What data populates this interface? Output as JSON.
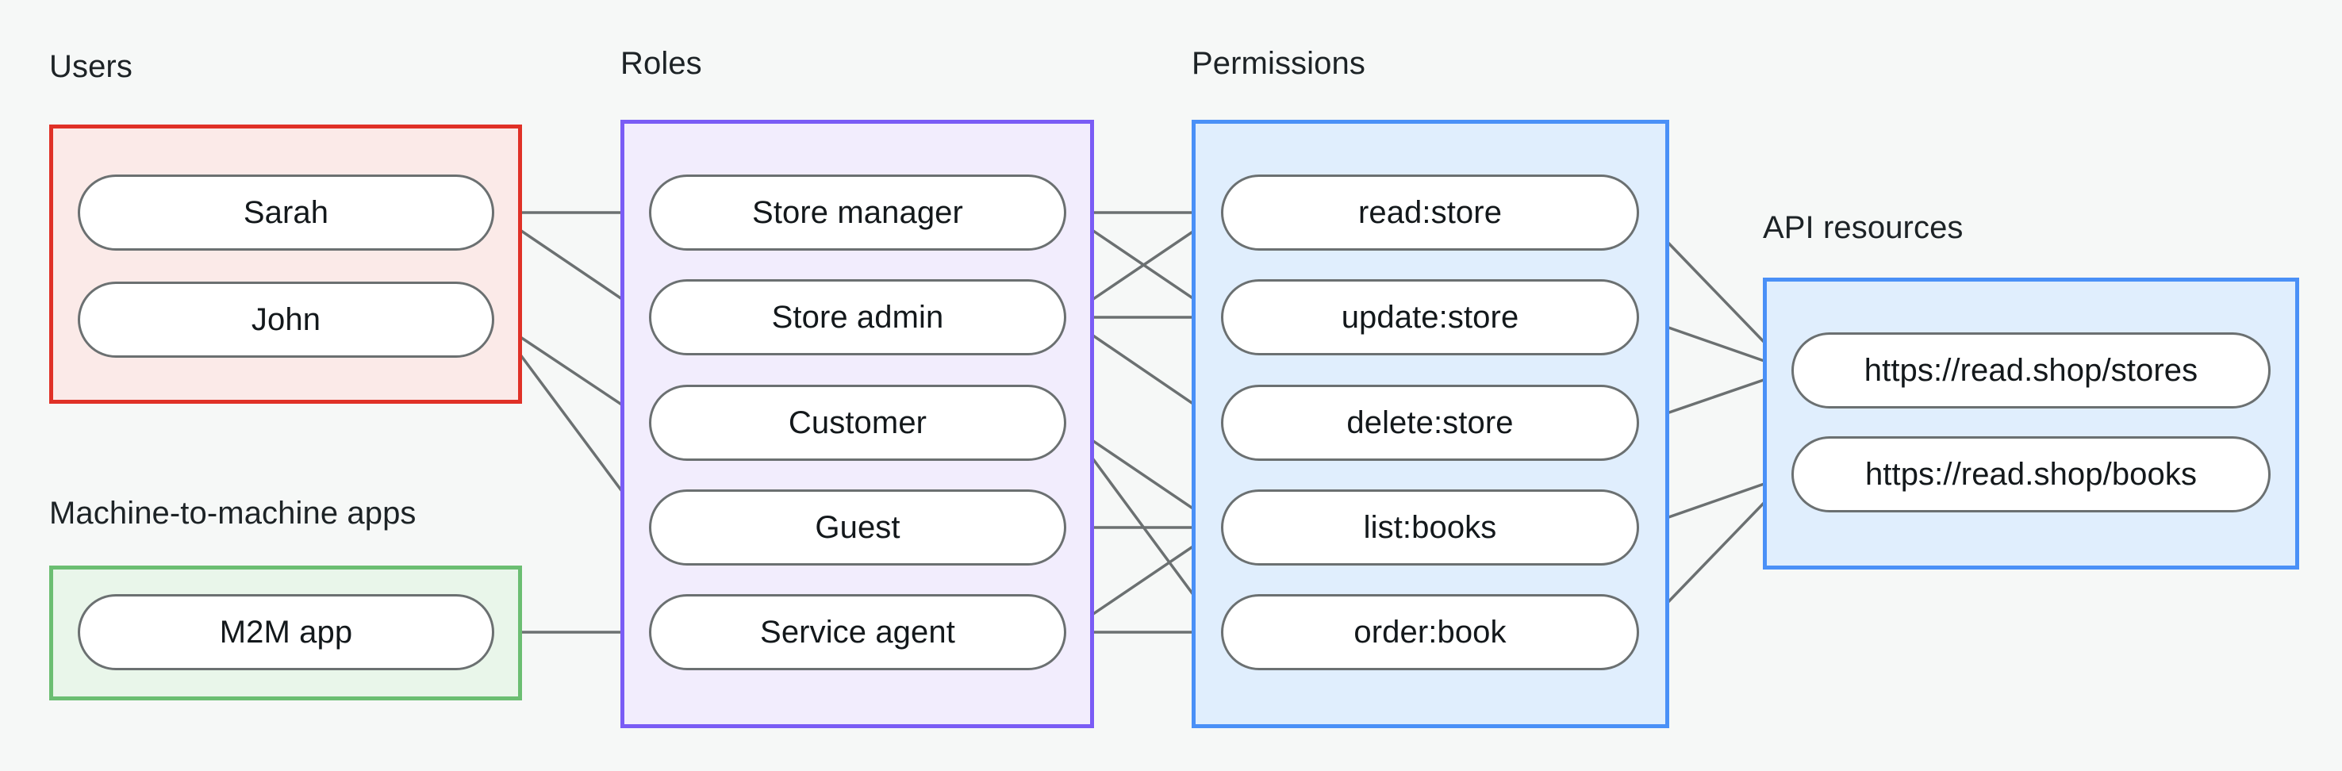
{
  "theme": {
    "background": "#f6f8f7",
    "node_fill": "#ffffff",
    "node_border": "#6b7071",
    "edge_color": "#6b7071",
    "users_border": "#e03127",
    "users_fill": "#fbeae8",
    "roles_border": "#7a5cf5",
    "roles_fill": "#f2edfd",
    "permissions_border": "#4a90f7",
    "permissions_fill": "#e0eefd",
    "api_border": "#4a90f7",
    "api_fill": "#e0eefd",
    "m2m_border": "#6bbe72",
    "m2m_fill": "#e9f6ea",
    "label_color": "#1d2326"
  },
  "diagram": {
    "type": "relationship-flow",
    "title_labels": {
      "users": "Users",
      "roles": "Roles",
      "permissions": "Permissions",
      "api_resources": "API resources",
      "m2m": "Machine-to-machine apps"
    },
    "groups": {
      "users": {
        "label": "Users",
        "nodes": [
          {
            "id": "sarah",
            "label": "Sarah"
          },
          {
            "id": "john",
            "label": "John"
          }
        ]
      },
      "m2m": {
        "label": "Machine-to-machine apps",
        "nodes": [
          {
            "id": "m2m_app",
            "label": "M2M app"
          }
        ]
      },
      "roles": {
        "label": "Roles",
        "nodes": [
          {
            "id": "store_manager",
            "label": "Store manager"
          },
          {
            "id": "store_admin",
            "label": "Store admin"
          },
          {
            "id": "customer",
            "label": "Customer"
          },
          {
            "id": "guest",
            "label": "Guest"
          },
          {
            "id": "service_agent",
            "label": "Service agent"
          }
        ]
      },
      "permissions": {
        "label": "Permissions",
        "nodes": [
          {
            "id": "read_store",
            "label": "read:store"
          },
          {
            "id": "update_store",
            "label": "update:store"
          },
          {
            "id": "delete_store",
            "label": "delete:store"
          },
          {
            "id": "list_books",
            "label": "list:books"
          },
          {
            "id": "order_book",
            "label": "order:book"
          }
        ]
      },
      "api_resources": {
        "label": "API resources",
        "nodes": [
          {
            "id": "res_stores",
            "label": "https://read.shop/stores"
          },
          {
            "id": "res_books",
            "label": "https://read.shop/books"
          }
        ]
      }
    },
    "edges": [
      {
        "from": "sarah",
        "to": "store_manager"
      },
      {
        "from": "sarah",
        "to": "store_admin"
      },
      {
        "from": "john",
        "to": "customer"
      },
      {
        "from": "john",
        "to": "guest"
      },
      {
        "from": "m2m_app",
        "to": "service_agent"
      },
      {
        "from": "store_manager",
        "to": "read_store"
      },
      {
        "from": "store_manager",
        "to": "update_store"
      },
      {
        "from": "store_admin",
        "to": "read_store"
      },
      {
        "from": "store_admin",
        "to": "update_store"
      },
      {
        "from": "store_admin",
        "to": "delete_store"
      },
      {
        "from": "customer",
        "to": "list_books"
      },
      {
        "from": "customer",
        "to": "order_book"
      },
      {
        "from": "guest",
        "to": "list_books"
      },
      {
        "from": "service_agent",
        "to": "list_books"
      },
      {
        "from": "service_agent",
        "to": "order_book"
      },
      {
        "from": "read_store",
        "to": "res_stores"
      },
      {
        "from": "update_store",
        "to": "res_stores"
      },
      {
        "from": "delete_store",
        "to": "res_stores"
      },
      {
        "from": "list_books",
        "to": "res_books"
      },
      {
        "from": "order_book",
        "to": "res_books"
      }
    ]
  }
}
